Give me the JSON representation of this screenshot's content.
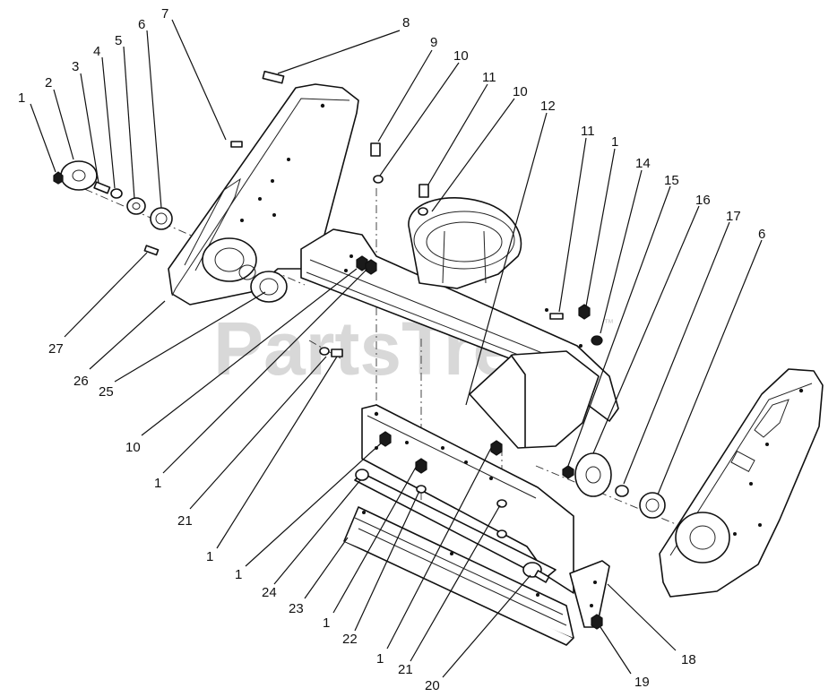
{
  "watermark": {
    "text": "PartsTree",
    "trademark": "™"
  },
  "callouts": [
    {
      "id": "c1a",
      "label": "1"
    },
    {
      "id": "c2",
      "label": "2"
    },
    {
      "id": "c3",
      "label": "3"
    },
    {
      "id": "c4",
      "label": "4"
    },
    {
      "id": "c5",
      "label": "5"
    },
    {
      "id": "c6a",
      "label": "6"
    },
    {
      "id": "c7",
      "label": "7"
    },
    {
      "id": "c8",
      "label": "8"
    },
    {
      "id": "c9",
      "label": "9"
    },
    {
      "id": "c10a",
      "label": "10"
    },
    {
      "id": "c11a",
      "label": "11"
    },
    {
      "id": "c10b",
      "label": "10"
    },
    {
      "id": "c12",
      "label": "12"
    },
    {
      "id": "c11b",
      "label": "11"
    },
    {
      "id": "c1b",
      "label": "1"
    },
    {
      "id": "c14",
      "label": "14"
    },
    {
      "id": "c15",
      "label": "15"
    },
    {
      "id": "c16",
      "label": "16"
    },
    {
      "id": "c17",
      "label": "17"
    },
    {
      "id": "c6b",
      "label": "6"
    },
    {
      "id": "c27",
      "label": "27"
    },
    {
      "id": "c26",
      "label": "26"
    },
    {
      "id": "c25",
      "label": "25"
    },
    {
      "id": "c10c",
      "label": "10"
    },
    {
      "id": "c1c",
      "label": "1"
    },
    {
      "id": "c21a",
      "label": "21"
    },
    {
      "id": "c1d",
      "label": "1"
    },
    {
      "id": "c1e",
      "label": "1"
    },
    {
      "id": "c24",
      "label": "24"
    },
    {
      "id": "c23",
      "label": "23"
    },
    {
      "id": "c1f",
      "label": "1"
    },
    {
      "id": "c22",
      "label": "22"
    },
    {
      "id": "c1g",
      "label": "1"
    },
    {
      "id": "c21b",
      "label": "21"
    },
    {
      "id": "c20",
      "label": "20"
    },
    {
      "id": "c19",
      "label": "19"
    },
    {
      "id": "c18",
      "label": "18"
    }
  ]
}
